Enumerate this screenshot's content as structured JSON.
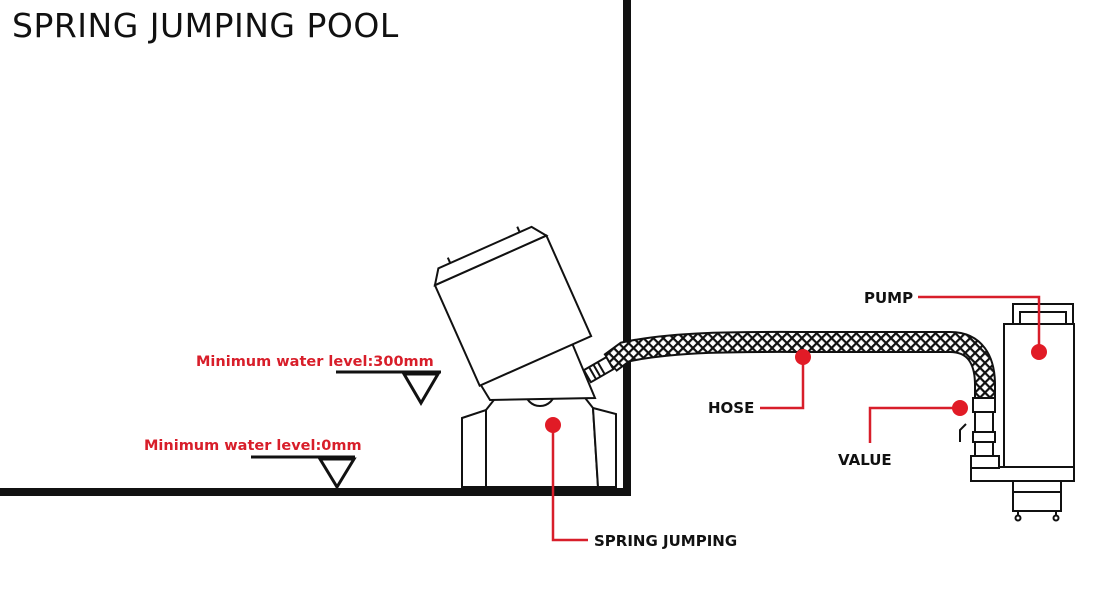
{
  "title": "SPRING JUMPING POOL",
  "labels": {
    "water_level_300": "Minimum water level:300mm",
    "water_level_0": "Minimum water level:0mm",
    "spring_jumping": "SPRING JUMPING",
    "hose": "HOSE",
    "pump": "PUMP",
    "valve": "VALUE"
  },
  "colors": {
    "callout": "#d81e2a",
    "outline": "#111111"
  }
}
